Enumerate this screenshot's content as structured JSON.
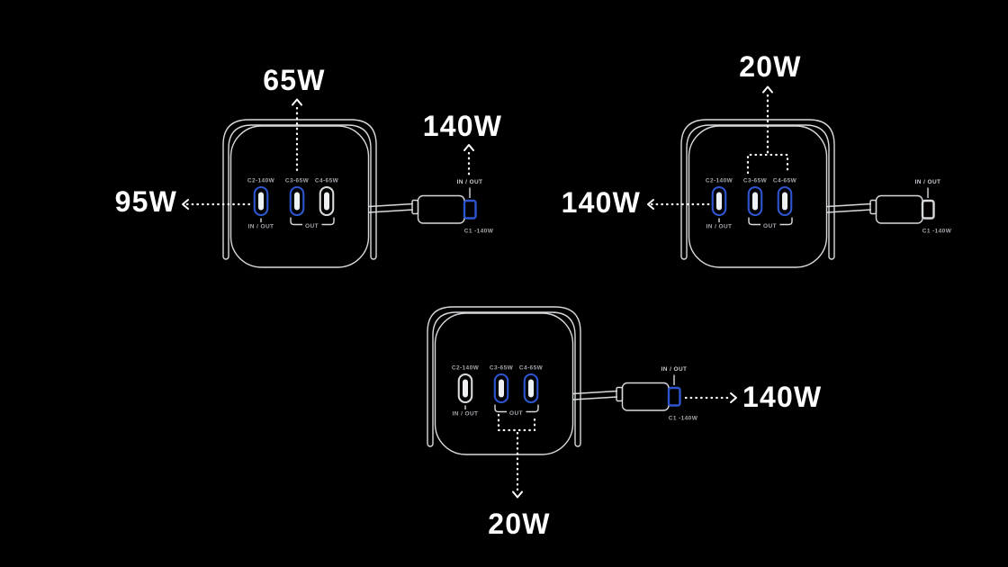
{
  "colors": {
    "bg": "#000000",
    "accent": "#2e55d0",
    "line": "#d7dadd",
    "label": "#a3a8ae",
    "label-bright": "#c9cdd2",
    "big": "#ffffff"
  },
  "charger": {
    "port_labels": [
      "C2-140W",
      "C3-65W",
      "C4-65W"
    ],
    "c2_sub_label": "IN / OUT",
    "out_bracket_label": "OUT",
    "cable_label_top": "IN / OUT",
    "cable_label_bottom": "C1 -140W"
  },
  "scenarios": [
    {
      "position": "top-left",
      "active_ports": [
        "C2",
        "C3",
        "C1-cable"
      ],
      "annotations": [
        {
          "target": "C2",
          "value": "95W"
        },
        {
          "target": "C3",
          "value": "65W"
        },
        {
          "target": "C1-cable",
          "value": "140W"
        }
      ]
    },
    {
      "position": "top-right",
      "active_ports": [
        "C2",
        "C3",
        "C4"
      ],
      "annotations": [
        {
          "target": "C2",
          "value": "140W"
        },
        {
          "target": "C3+C4",
          "value": "20W"
        }
      ]
    },
    {
      "position": "bottom-center",
      "active_ports": [
        "C3",
        "C4",
        "C1-cable"
      ],
      "annotations": [
        {
          "target": "C1-cable",
          "value": "140W"
        },
        {
          "target": "C3+C4",
          "value": "20W"
        }
      ]
    }
  ]
}
